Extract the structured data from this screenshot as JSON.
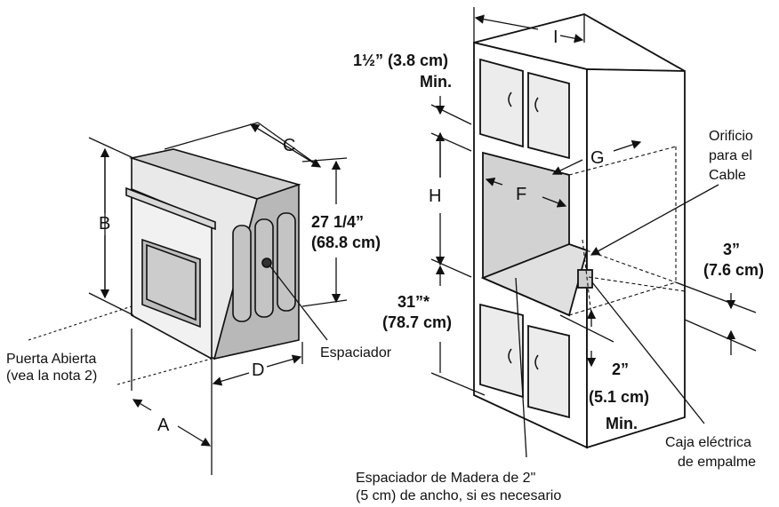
{
  "labels": {
    "C": "C",
    "B": "B",
    "D": "D",
    "A": "A",
    "I": "I",
    "G": "G",
    "F": "F",
    "H": "H",
    "height_in": "27 1/4”",
    "height_cm": "(68.8 cm)",
    "espaciador": "Espaciador",
    "puerta_1": "Puerta Abierta",
    "puerta_2": "(vea la nota 2)",
    "top_gap_1": "1½” (3.8 cm)",
    "top_gap_2": "Min.",
    "cutout_in": "31”*",
    "cutout_cm": "(78.7 cm)",
    "bottom_in": "2”",
    "bottom_cm": "(5.1 cm)",
    "bottom_min": "Min.",
    "orificio_1": "Orificio",
    "orificio_2": "para el",
    "orificio_3": "Cable",
    "side_in": "3”",
    "side_cm": "(7.6 cm)",
    "caja_1": "Caja eléctrica",
    "caja_2": "de empalme",
    "madera_1": "Espaciador de Madera de 2\"",
    "madera_2": "(5 cm) de ancho, si es necesario"
  }
}
